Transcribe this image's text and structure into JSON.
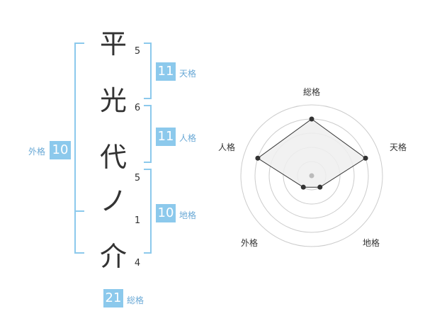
{
  "name": {
    "chars": [
      {
        "char": "平",
        "strokes": "5"
      },
      {
        "char": "光",
        "strokes": "6"
      },
      {
        "char": "代",
        "strokes": "5"
      },
      {
        "char": "ノ",
        "strokes": "1"
      },
      {
        "char": "介",
        "strokes": "4"
      }
    ]
  },
  "kakusu": {
    "tenkaku": {
      "value": "11",
      "label": "天格"
    },
    "jinkaku": {
      "value": "11",
      "label": "人格"
    },
    "chikaku": {
      "value": "10",
      "label": "地格"
    },
    "gaikaku": {
      "value": "10",
      "label": "外格"
    },
    "soukaku": {
      "value": "21",
      "label": "総格"
    }
  },
  "radar": {
    "axes": [
      "総格",
      "天格",
      "地格",
      "外格",
      "人格"
    ],
    "values": [
      4,
      4,
      1,
      1,
      4
    ],
    "max": 5,
    "colors": {
      "fill": "#efefef",
      "stroke": "#333333",
      "grid": "#cccccc",
      "center": "#bbbbbb"
    }
  },
  "colors": {
    "accent": "#8cc9ec",
    "accent_text": "#6aa9d6"
  }
}
